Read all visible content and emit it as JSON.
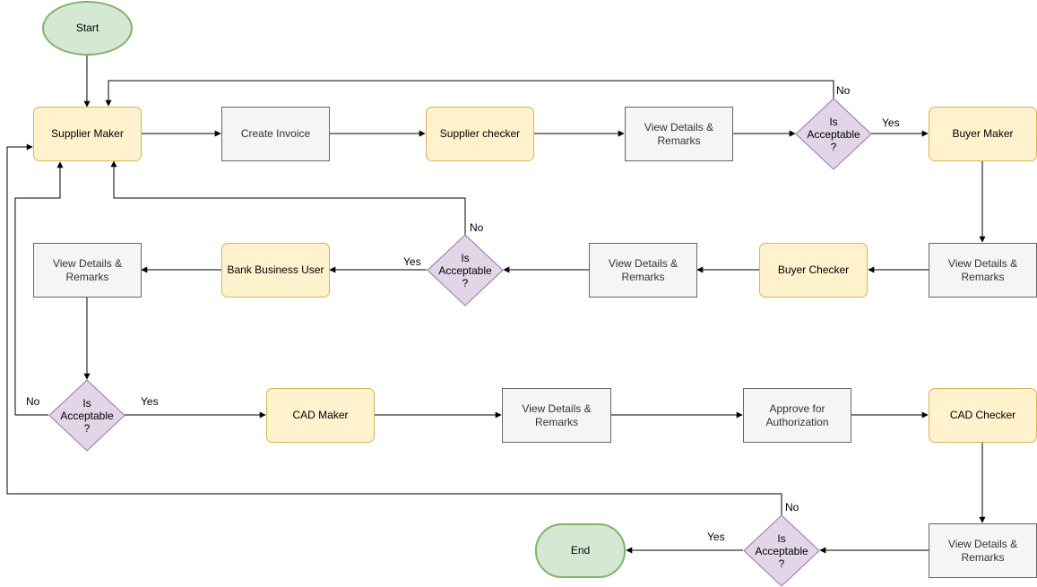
{
  "nodes": {
    "start": "Start",
    "supplier_maker": "Supplier Maker",
    "create_invoice": "Create Invoice",
    "supplier_checker": "Supplier checker",
    "vd1": "View Details & Remarks",
    "d1": "Is Acceptable ?",
    "buyer_maker": "Buyer Maker",
    "vd2": "View Details & Remarks",
    "buyer_checker": "Buyer Checker",
    "vd3": "View Details & Remarks",
    "d2": "Is Acceptable ?",
    "bank_business_user": "Bank Business User",
    "vd4": "View Details & Remarks",
    "d3": "Is Acceptable ?",
    "cad_maker": "CAD Maker",
    "vd5": "View Details & Remarks",
    "approve": "Approve for Authorization",
    "cad_checker": "CAD Checker",
    "vd6": "View Details & Remarks",
    "d4": "Is Acceptable ?",
    "end": "End"
  },
  "edge_labels": {
    "d1_no": "No",
    "d1_yes": "Yes",
    "d2_no": "No",
    "d2_yes": "Yes",
    "d3_no": "No",
    "d3_yes": "Yes",
    "d4_no": "No",
    "d4_yes": "Yes"
  },
  "colors": {
    "terminal_fill": "#d5e8d4",
    "terminal_stroke": "#82b366",
    "actor_fill": "#fff2cc",
    "actor_stroke": "#d6b656",
    "step_fill": "#f5f5f5",
    "step_stroke": "#666666",
    "decision_fill": "#e1d5e7",
    "decision_stroke": "#9673a6"
  }
}
